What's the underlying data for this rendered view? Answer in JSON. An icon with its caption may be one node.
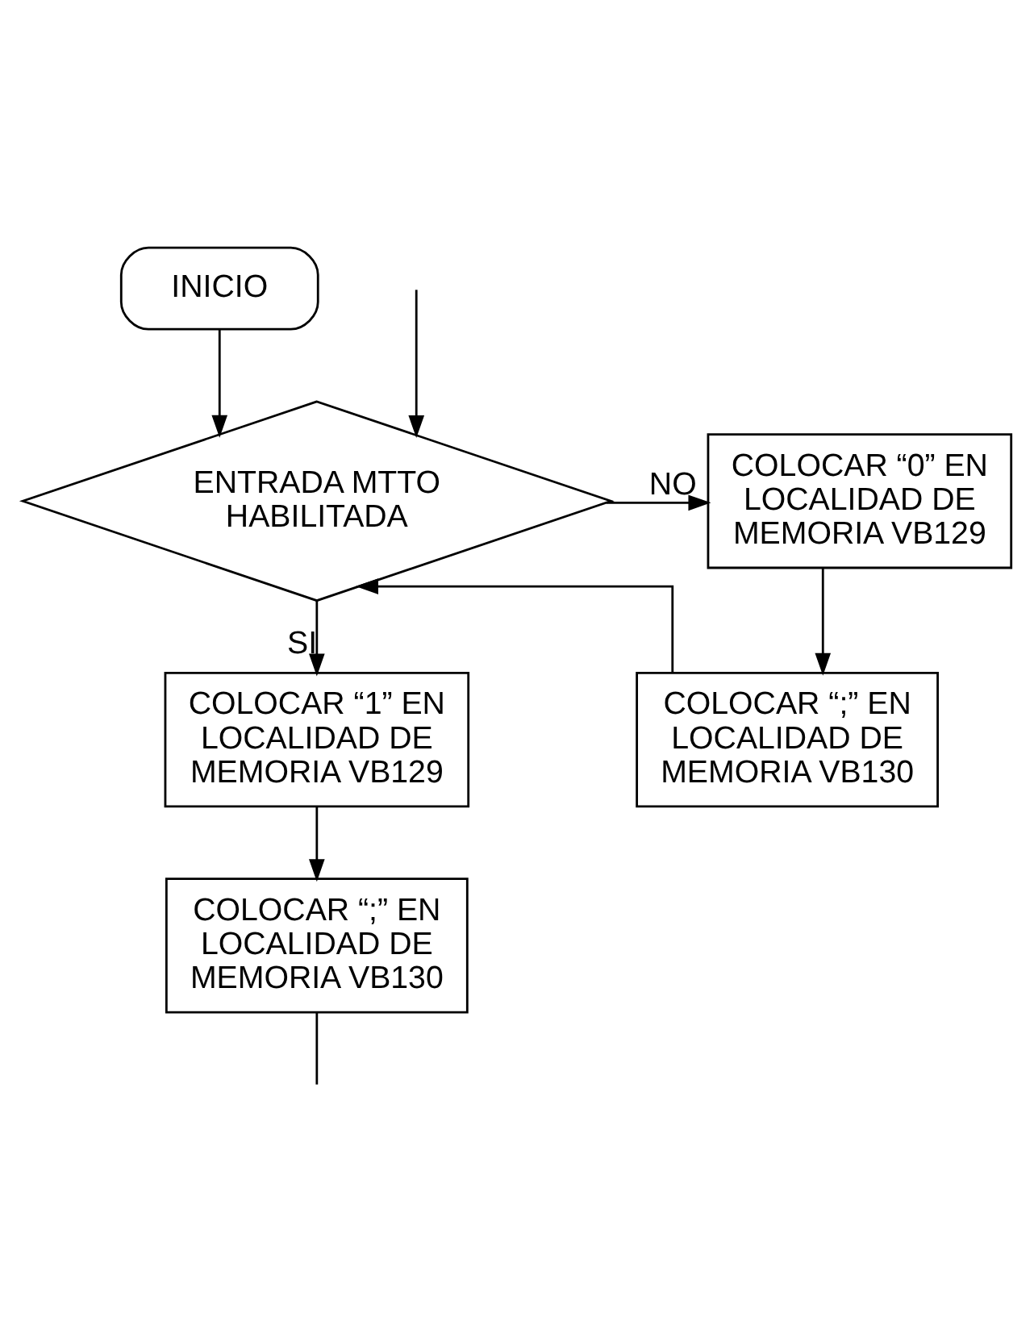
{
  "diagram": {
    "nodes": [
      {
        "text": [
          "INICIO"
        ]
      },
      {
        "text": [
          "ENTRADA MTTO HABILITADA"
        ]
      },
      {
        "text": [
          "COLOCAR “0” EN LOCALIDAD DE MEMORIA VB129"
        ]
      },
      {
        "text": [
          "COLOCAR “;” EN LOCALIDAD DE MEMORIA VB130"
        ]
      },
      {
        "text": [
          "COLOCAR “1” EN LOCALIDAD DE MEMORIA VB129"
        ]
      },
      {
        "text": [
          "COLOCAR “;” EN LOCALIDAD DE MEMORIA VB130"
        ]
      }
    ],
    "edges": [
      {
        "from": 0,
        "to": 1,
        "arrow": "to"
      },
      {
        "from": 1,
        "to": 2,
        "arrow": "to",
        "label": "NO"
      },
      {
        "from": 2,
        "to": 3,
        "arrow": "to"
      },
      {
        "from": 3,
        "to": 1,
        "arrow": "to"
      },
      {
        "from": 1,
        "to": 4,
        "arrow": "to",
        "label": "SI"
      },
      {
        "from": 4,
        "to": 5,
        "arrow": "to"
      },
      {
        "from": 5,
        "to": null,
        "arrow": "none"
      },
      {
        "from": null,
        "to": 1,
        "arrow": "to"
      }
    ]
  }
}
